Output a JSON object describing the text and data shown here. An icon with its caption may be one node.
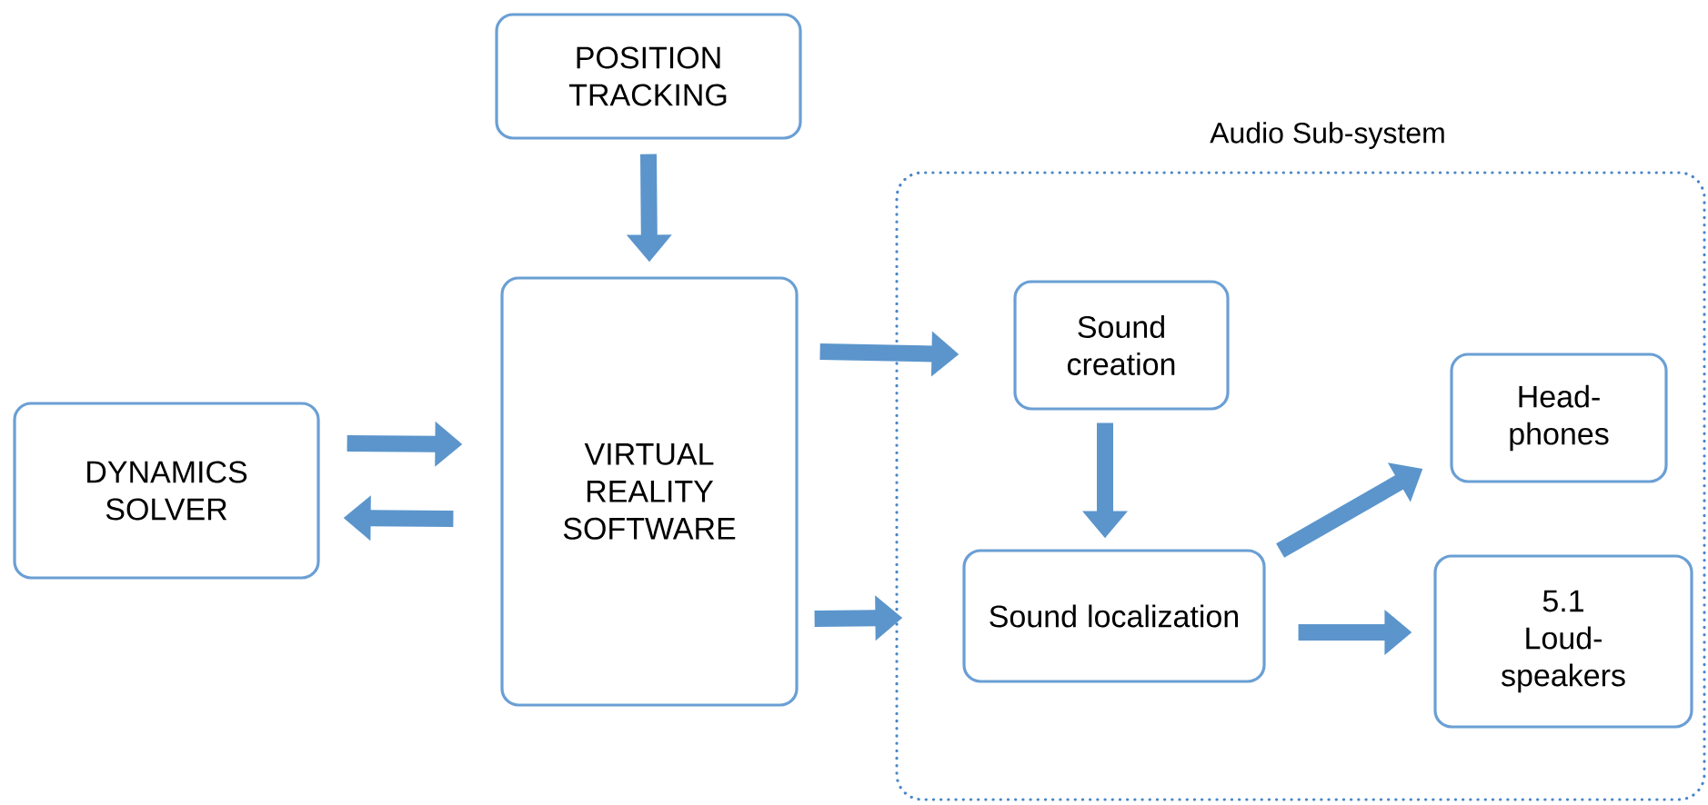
{
  "diagram": {
    "nodes": [
      {
        "text": [
          "POSITION TRACKING"
        ]
      },
      {
        "text": [
          "DYNAMICS SOLVER"
        ]
      },
      {
        "text": [
          "VIRTUAL REALITY SOFTWARE"
        ]
      },
      {
        "text": [
          "Audio Sub-system"
        ]
      },
      {
        "text": [
          "Sound creation"
        ],
        "in": 3
      },
      {
        "text": [
          "Sound localization"
        ],
        "in": 3
      },
      {
        "text": [
          "Head-phones"
        ],
        "in": 3
      },
      {
        "text": [
          "5.1 Loud-speakers"
        ],
        "in": 3
      }
    ],
    "edges": [
      {
        "from": 0,
        "to": 2,
        "arrow": "to"
      },
      {
        "from": 1,
        "to": 2,
        "arrow": "to"
      },
      {
        "from": 2,
        "to": 1,
        "arrow": "to"
      },
      {
        "from": 2,
        "to": 4,
        "arrow": "to"
      },
      {
        "from": 2,
        "to": 5,
        "arrow": "to"
      },
      {
        "from": 4,
        "to": 5,
        "arrow": "to"
      },
      {
        "from": 5,
        "to": 6,
        "arrow": "to"
      },
      {
        "from": 5,
        "to": 7,
        "arrow": "to"
      }
    ]
  }
}
